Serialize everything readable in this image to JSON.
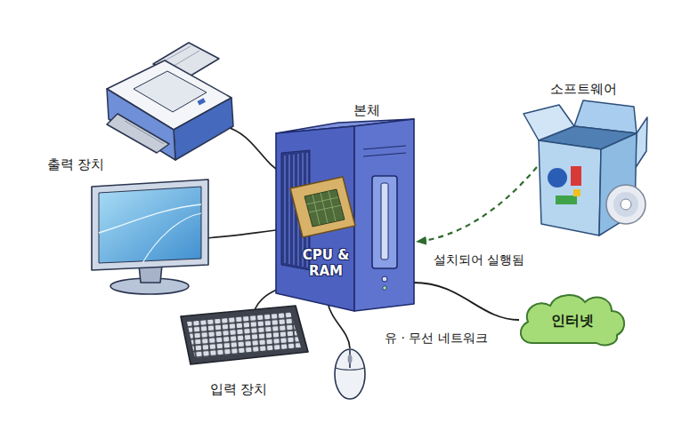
{
  "diagram": {
    "nodes": [
      {
        "text": [
          "본체",
          "CPU & RAM"
        ]
      },
      {
        "text": [
          "소프트웨어"
        ]
      },
      {
        "text": [
          "인터넷"
        ]
      }
    ],
    "edges": [
      {
        "from": 1,
        "to": 0,
        "arrow": "to",
        "label": "설치되어 실행됨"
      },
      {
        "from": 0,
        "to": 2,
        "arrow": "none",
        "label": "유 · 무선 네트워크"
      }
    ],
    "labels": [
      "출력 장치",
      "입력 장치"
    ]
  }
}
